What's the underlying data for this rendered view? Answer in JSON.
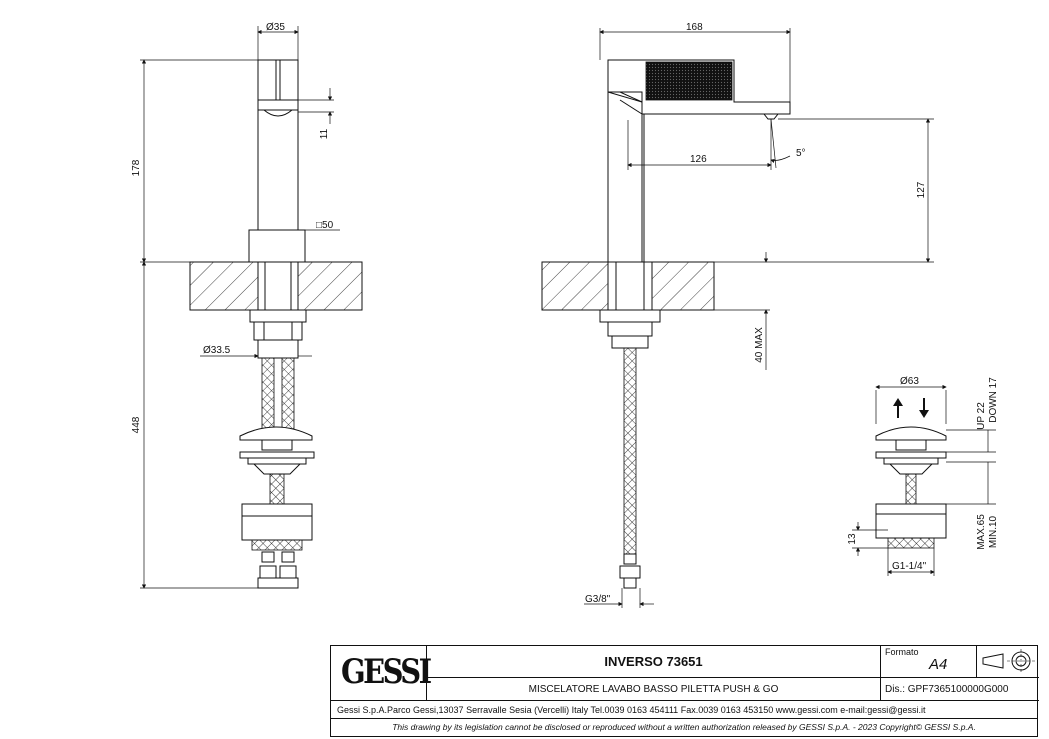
{
  "dimensions": {
    "d35": "Ø35",
    "d168": "168",
    "d178": "178",
    "d11": "11",
    "d50": "□50",
    "d126": "126",
    "d5deg": "5°",
    "d127": "127",
    "d33_5": "Ø33.5",
    "d448": "448",
    "d40max": "40 MAX",
    "d63": "Ø63",
    "up_down": [
      "UP 22",
      "DOWN 17"
    ],
    "max_min": [
      "MAX.65",
      "MIN.10"
    ],
    "d13": "13",
    "g114": "G1-1/4\"",
    "g38": "G3/8\""
  },
  "titleblock": {
    "logo": "GESSI",
    "product_name": "INVERSO 73651",
    "description": "MISCELATORE LAVABO BASSO PILETTA PUSH & GO",
    "format_label": "Formato",
    "format_value": "A4",
    "drawing_number": "Dis.: GPF7365100000G000",
    "address": "Gessi S.p.A.Parco Gessi,13037 Serravalle Sesia (Vercelli) Italy Tel.0039 0163 454111 Fax.0039 0163 453150 www.gessi.com e-mail:gessi@gessi.it",
    "legal": "This drawing by its legislation cannot be disclosed or reproduced without a written authorization released by GESSI S.p.A. - 2023 Copyright© GESSI S.p.A."
  },
  "icons": [
    "projection-symbol-icon",
    "arrow-up-icon",
    "arrow-down-icon"
  ]
}
